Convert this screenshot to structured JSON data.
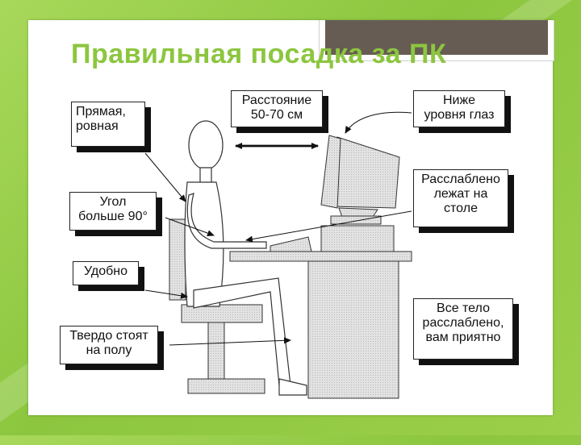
{
  "slide": {
    "title": "Правильная посадка за ПК"
  },
  "labels": {
    "straight": {
      "line1": "Прямая,",
      "line2": "ровная"
    },
    "distance": {
      "line1": "Расстояние",
      "line2": "50-70 см"
    },
    "below_eyes": {
      "line1": "Ниже",
      "line2": "уровня глаз"
    },
    "angle": {
      "line1": "Угол",
      "line2": "больше 90°"
    },
    "relaxed": {
      "line1": "Расслаблено",
      "line2": "лежат на",
      "line3": "столе"
    },
    "comfortable": {
      "line1": "Удобно"
    },
    "feet": {
      "line1": "Твердо стоят",
      "line2": "на полу"
    },
    "whole_body": {
      "line1": "Все тело",
      "line2": "расслаблено,",
      "line3": "вам приятно"
    }
  },
  "colors": {
    "accent": "#8cc63f",
    "tab": "#675c54",
    "furniture": "#d9d9d9"
  }
}
